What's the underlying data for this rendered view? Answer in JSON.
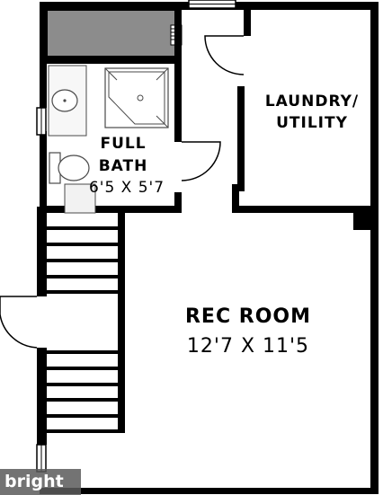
{
  "rooms": {
    "laundry": {
      "line1": "LAUNDRY/",
      "line2": "UTILITY"
    },
    "bath": {
      "line1": "FULL",
      "line2": "BATH",
      "dimensions": "6'5 X 5'7"
    },
    "rec_room": {
      "name": "REC ROOM",
      "dimensions": "12'7 X 11'5"
    }
  },
  "watermark": {
    "text": "bright"
  },
  "colors": {
    "wall": "#000000",
    "fixture_line": "#4a4a4a",
    "fixture_fill": "#f2f2f2",
    "storage_fill": "#8c8c8c",
    "window_fill": "#d9d9d9",
    "background": "#ffffff"
  }
}
